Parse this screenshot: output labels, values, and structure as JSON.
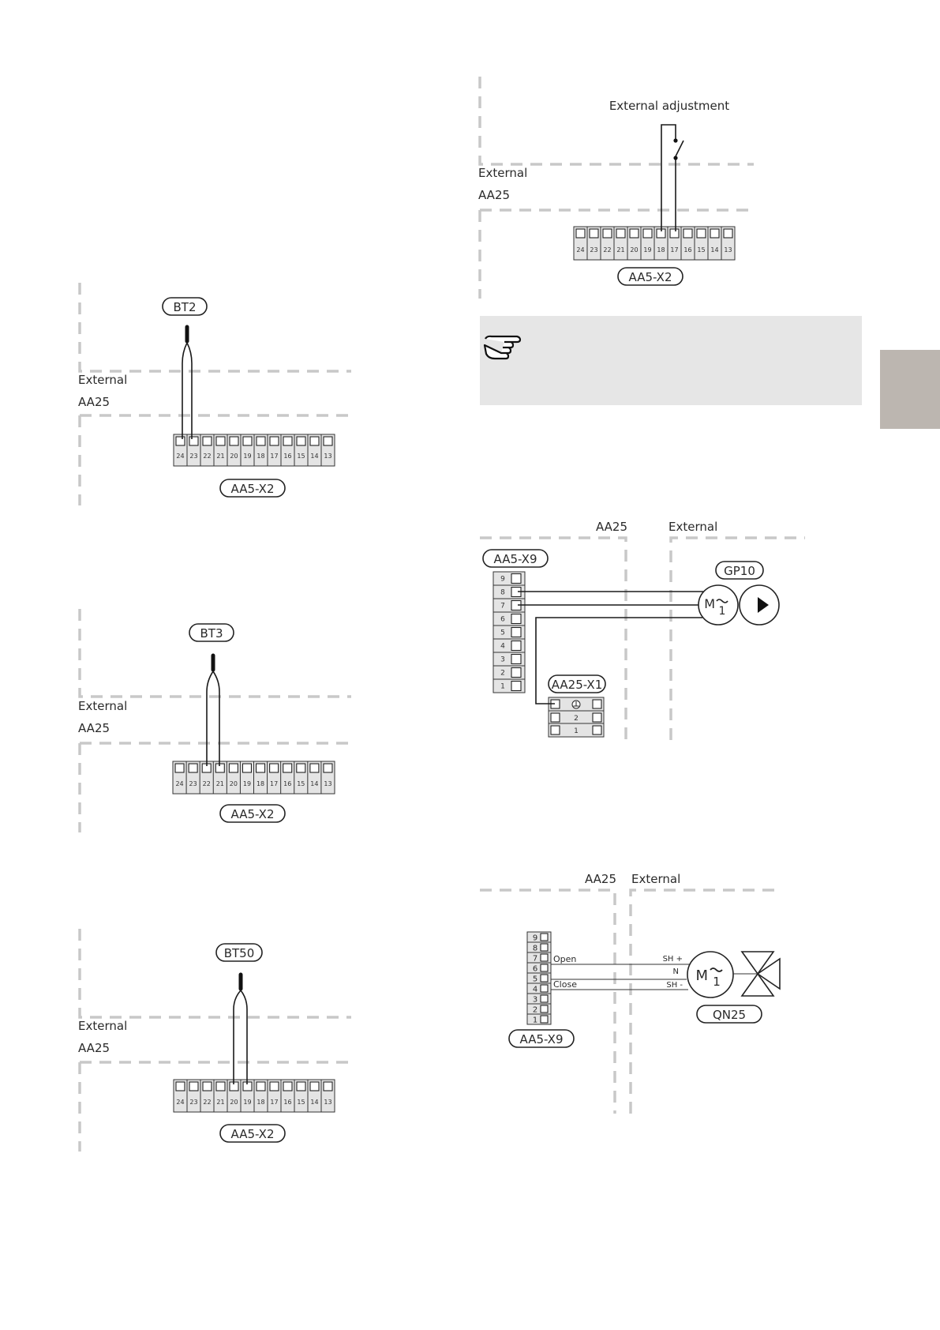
{
  "sensor_diagrams": [
    {
      "sensor": "BT2",
      "side_top": "External",
      "side_bottom": "AA25",
      "connector": "AA5-X2",
      "terminals": [
        "24",
        "23",
        "22",
        "21",
        "20",
        "19",
        "18",
        "17",
        "16",
        "15",
        "14",
        "13"
      ]
    },
    {
      "sensor": "BT3",
      "side_top": "External",
      "side_bottom": "AA25",
      "connector": "AA5-X2",
      "terminals": [
        "24",
        "23",
        "22",
        "21",
        "20",
        "19",
        "18",
        "17",
        "16",
        "15",
        "14",
        "13"
      ]
    },
    {
      "sensor": "BT50",
      "side_top": "External",
      "side_bottom": "AA25",
      "connector": "AA5-X2",
      "terminals": [
        "24",
        "23",
        "22",
        "21",
        "20",
        "19",
        "18",
        "17",
        "16",
        "15",
        "14",
        "13"
      ]
    }
  ],
  "adjustment_diagram": {
    "title": "External adjustment",
    "side_top": "External",
    "side_bottom": "AA25",
    "connector": "AA5-X2",
    "terminals": [
      "24",
      "23",
      "22",
      "21",
      "20",
      "19",
      "18",
      "17",
      "16",
      "15",
      "14",
      "13"
    ]
  },
  "pump_diagram": {
    "side_left": "AA25",
    "side_right": "External",
    "connector": "AA5-X9",
    "terminals": [
      "9",
      "8",
      "7",
      "6",
      "5",
      "4",
      "3",
      "2",
      "1"
    ],
    "earth_connector": "AA25-X1",
    "earth_terminals": [
      "2",
      "1"
    ],
    "device": "GP10",
    "motor_label": "M",
    "motor_sub": "1"
  },
  "valve_diagram": {
    "side_left": "AA25",
    "side_right": "External",
    "connector": "AA5-X9",
    "terminals": [
      "9",
      "8",
      "7",
      "6",
      "5",
      "4",
      "3",
      "2",
      "1"
    ],
    "open_label": "Open",
    "close_label": "Close",
    "signals": [
      "SH +",
      "N",
      "SH -"
    ],
    "device": "QN25",
    "motor_label": "M",
    "motor_sub": "1"
  },
  "colors": {
    "dash": "#c8c8c8",
    "note_box": "#e6e6e6",
    "side_tab": "#bcb6b0"
  },
  "icons": {
    "note": "pointing-hand-icon"
  }
}
